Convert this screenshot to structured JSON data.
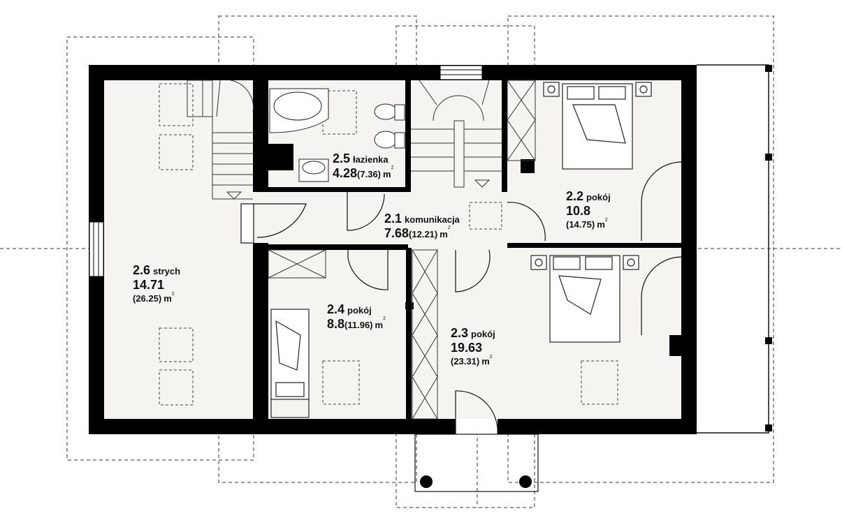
{
  "unit": "m",
  "unit_sup": "2",
  "rooms": [
    {
      "id": "2.1",
      "name": "komunikacja",
      "area": "7.68",
      "gross": "(12.21)"
    },
    {
      "id": "2.2",
      "name": "pokój",
      "area": "10.8",
      "gross": "(14.75)"
    },
    {
      "id": "2.3",
      "name": "pokój",
      "area": "19.63",
      "gross": "(23.31)"
    },
    {
      "id": "2.4",
      "name": "pokój",
      "area": "8.8",
      "gross": "(11.96)"
    },
    {
      "id": "2.5",
      "name": "łazienka",
      "area": "4.28",
      "gross": "(7.36)"
    },
    {
      "id": "2.6",
      "name": "strych",
      "area": "14.71",
      "gross": "(26.25)"
    }
  ],
  "colors": {
    "wall": "#000000",
    "floor": "#f6f4f1",
    "line": "#222222"
  }
}
